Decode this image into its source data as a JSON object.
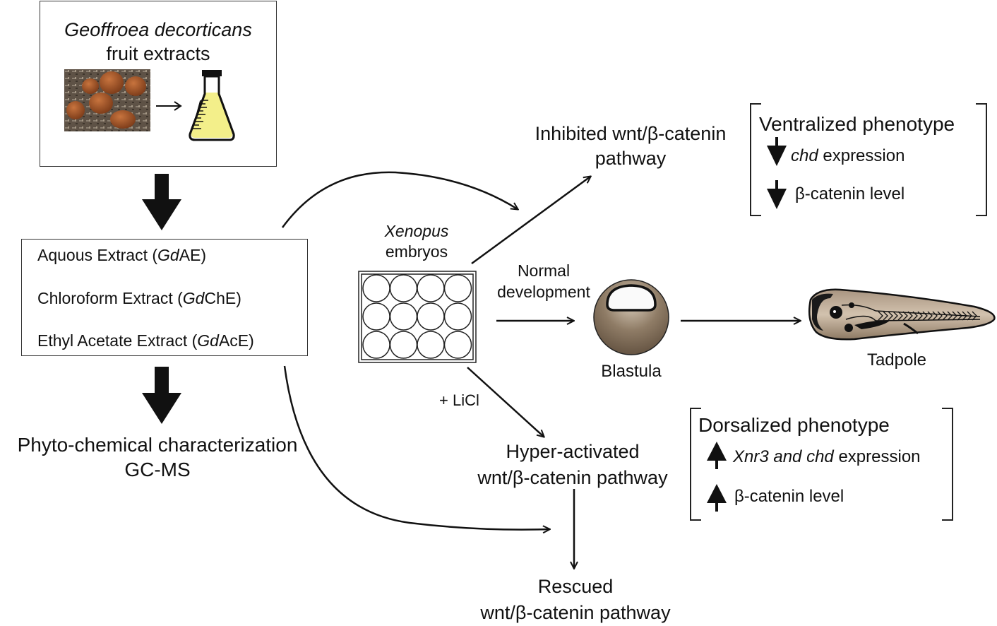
{
  "source_box": {
    "title_italic": "Geoffroea decorticans",
    "title_rest": "fruit extracts",
    "fruit_photo": "fruit-photo",
    "flask": "flask-icon"
  },
  "extracts_box": {
    "items": [
      {
        "prefix": "Aquous Extract (",
        "italic": "Gd",
        "suffix": "AE)"
      },
      {
        "prefix": "Chloroform Extract (",
        "italic": "Gd",
        "suffix": "ChE)"
      },
      {
        "prefix": "Ethyl Acetate Extract (",
        "italic": "Gd",
        "suffix": "AcE)"
      }
    ]
  },
  "characterization": {
    "line1": "Phyto-chemical characterization",
    "line2": "GC-MS"
  },
  "embryos": {
    "italic": "Xenopus",
    "line2": "embryos",
    "wells_rows": 3,
    "wells_cols": 4
  },
  "inhibited": {
    "line1": "Inhibited wnt/β-catenin",
    "line2": "pathway"
  },
  "ventralized": {
    "title": "Ventralized phenotype",
    "items": [
      {
        "direction": "down",
        "italic": "chd",
        "rest": " expression"
      },
      {
        "direction": "down",
        "italic": "",
        "rest": "β-catenin level"
      }
    ]
  },
  "normal": {
    "line1": "Normal",
    "line2": "development"
  },
  "blastula": {
    "label": "Blastula"
  },
  "tadpole": {
    "label": "Tadpole"
  },
  "licl": {
    "label": "+ LiCl"
  },
  "hyper": {
    "line1": "Hyper-activated",
    "line2": "wnt/β-catenin pathway"
  },
  "dorsalized": {
    "title": "Dorsalized phenotype",
    "items": [
      {
        "direction": "up",
        "italic": "Xnr3 and chd",
        "rest": " expression"
      },
      {
        "direction": "up",
        "italic": "",
        "rest": "β-catenin level"
      }
    ]
  },
  "rescued": {
    "line1": "Rescued",
    "line2": "wnt/β-catenin pathway"
  },
  "colors": {
    "flask_liquid": "#f3ef8a",
    "embryo_brown": "#8a7862",
    "tadpole_tan": "#b7a48c",
    "fruit": "#a2552a"
  }
}
